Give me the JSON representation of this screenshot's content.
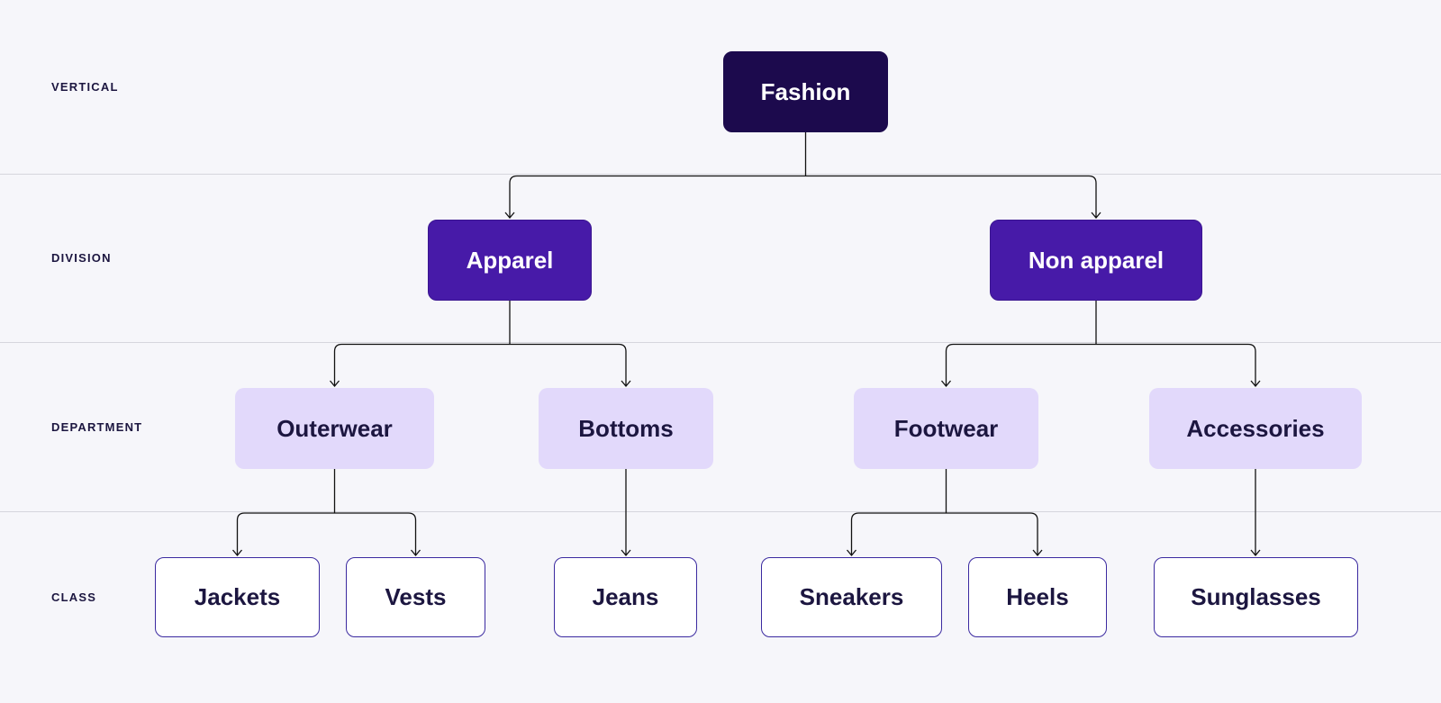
{
  "levels": {
    "vertical": "VERTICAL",
    "division": "DIVISION",
    "department": "DEPARTMENT",
    "class": "CLASS"
  },
  "nodes": {
    "fashion": "Fashion",
    "apparel": "Apparel",
    "non_apparel": "Non apparel",
    "outerwear": "Outerwear",
    "bottoms": "Bottoms",
    "footwear": "Footwear",
    "accessories": "Accessories",
    "jackets": "Jackets",
    "vests": "Vests",
    "jeans": "Jeans",
    "sneakers": "Sneakers",
    "heels": "Heels",
    "sunglasses": "Sunglasses"
  },
  "hierarchy": [
    {
      "parent": "fashion",
      "children": [
        "apparel",
        "non_apparel"
      ]
    },
    {
      "parent": "apparel",
      "children": [
        "outerwear",
        "bottoms"
      ]
    },
    {
      "parent": "non_apparel",
      "children": [
        "footwear",
        "accessories"
      ]
    },
    {
      "parent": "outerwear",
      "children": [
        "jackets",
        "vests"
      ]
    },
    {
      "parent": "bottoms",
      "children": [
        "jeans"
      ]
    },
    {
      "parent": "footwear",
      "children": [
        "sneakers",
        "heels"
      ]
    },
    {
      "parent": "accessories",
      "children": [
        "sunglasses"
      ]
    }
  ],
  "colors": {
    "background": "#f6f6fa",
    "vertical_fill": "#1c0a4d",
    "division_fill": "#471aa8",
    "department_fill": "#e2d9fb",
    "class_fill": "#ffffff",
    "class_border": "#3b2aa0",
    "label_text": "#1c1640",
    "connector": "#111111",
    "band_separator": "#d6d6dd"
  }
}
